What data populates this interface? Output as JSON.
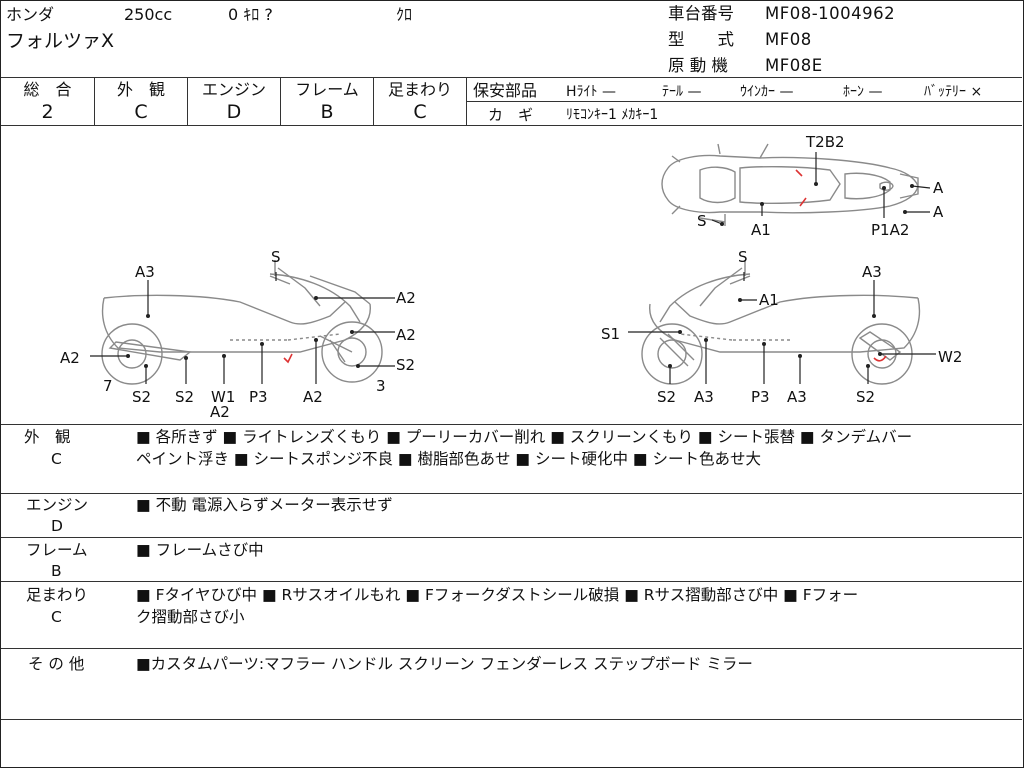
{
  "header": {
    "maker": "ホンダ",
    "displacement": "250cc",
    "mileage": "0 ｷﾛ ?",
    "color": "ｸﾛ",
    "model_name": "フォルツァX",
    "frame_no_label": "車台番号",
    "frame_no": "MF08-1004962",
    "type_label": "型　　式",
    "type": "MF08",
    "engine_label": "原 動 機",
    "engine": "MF08E"
  },
  "grades": {
    "overall_label": "総　合",
    "overall": "2",
    "exterior_label": "外　観",
    "exterior": "C",
    "engine_label": "エンジン",
    "engine": "D",
    "frame_label": "フレーム",
    "frame": "B",
    "suspension_label": "足まわり",
    "suspension": "C"
  },
  "safety": {
    "label": "保安部品",
    "headlight": "Hﾗｲﾄ —",
    "tail": "ﾃｰﾙ —",
    "winker": "ｳｲﾝｶｰ —",
    "horn": "ﾎｰﾝ —",
    "battery": "ﾊﾞｯﾃﾘｰ ×",
    "key_label": "カ　ギ",
    "keys": "ﾘﾓｺﾝｷｰ1 ﾒｶｷｰ1"
  },
  "diagram": {
    "top": [
      "T2B2",
      "A",
      "A",
      "S",
      "A1",
      "P1A2"
    ],
    "left_side": [
      "S",
      "A3",
      "A2",
      "A2",
      "A2",
      "S2",
      "3",
      "7",
      "S2",
      "S2",
      "W1",
      "A2",
      "P3",
      "A2"
    ],
    "right_side": [
      "S",
      "A3",
      "A1",
      "S1",
      "W2",
      "S2",
      "A3",
      "P3",
      "A3",
      "S2"
    ]
  },
  "comments": {
    "exterior": {
      "title": "外　観",
      "grade": "C",
      "line1": "■ 各所きず ■ ライトレンズくもり ■ プーリーカバー削れ ■ スクリーンくもり ■ シート張替 ■ タンデムバー",
      "line2": "ペイント浮き ■ シートスポンジ不良 ■ 樹脂部色あせ ■ シート硬化中 ■ シート色あせ大"
    },
    "engine": {
      "title": "エンジン",
      "grade": "D",
      "line1": "■ 不動 電源入らずメーター表示せず"
    },
    "frame": {
      "title": "フレーム",
      "grade": "B",
      "line1": "■ フレームさび中"
    },
    "suspension": {
      "title": "足まわり",
      "grade": "C",
      "line1": "■ Fタイヤひび中 ■ Rサスオイルもれ ■ Fフォークダストシール破損 ■ Rサス摺動部さび中 ■ Fフォー",
      "line2": "ク摺動部さび小"
    },
    "other": {
      "title": "そ の 他",
      "line1": "■カスタムパーツ:マフラー ハンドル スクリーン フェンダーレス ステップボード ミラー"
    }
  }
}
